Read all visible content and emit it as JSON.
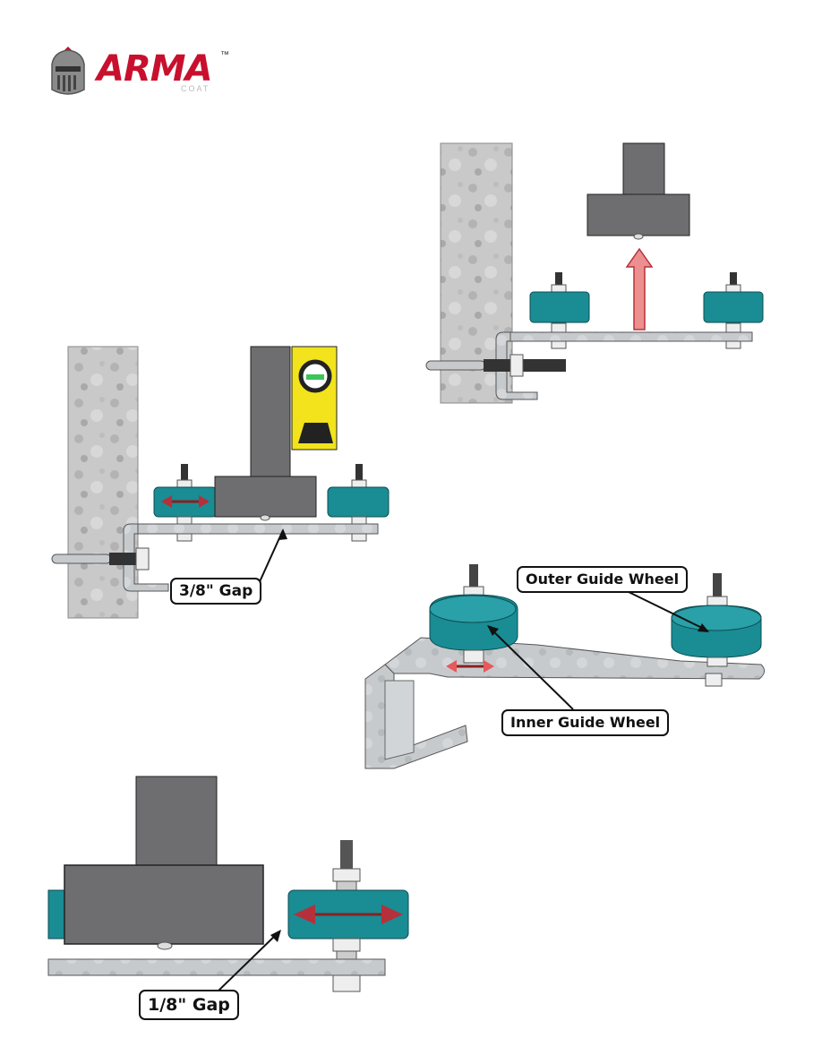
{
  "logo": {
    "brand": "ARMA",
    "trademark": "™",
    "sub": "COAT",
    "icon": "knight-helmet-icon",
    "brand_color": "#c8102e"
  },
  "figures": {
    "gap_3_8": {
      "label": "3/8\" Gap"
    },
    "guide_wheels": {
      "outer_label": "Outer Guide Wheel",
      "inner_label": "Inner Guide Wheel"
    },
    "gap_1_8": {
      "label": "1/8\" Gap"
    }
  },
  "colors": {
    "wheel": "#1a8c94",
    "steel": "#c8ccd0",
    "post": "#6e6e70",
    "level": "#f2e31c",
    "arrow_red": "#b5303a",
    "arrow_pink": "#ec8f8f"
  }
}
